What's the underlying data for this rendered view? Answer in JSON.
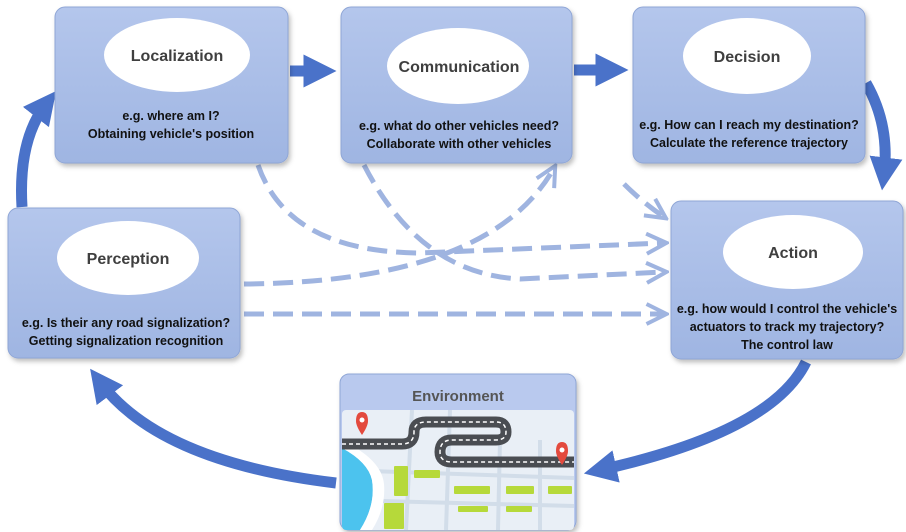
{
  "colors": {
    "box_fill": "#a9bde6",
    "box_edge": "#8fa6d6",
    "solid_arrow": "#4a72c9",
    "dashed_arrow": "#9fb4e0",
    "oval_fill": "#ffffff",
    "environment_header": "#b9c9ee",
    "road": "#4a4d52",
    "road_marking": "#ffffff",
    "grass": "#b6d93a",
    "water": "#4cc3ee",
    "pin": "#e34a3e"
  },
  "boxes": {
    "localization": {
      "title": "Localization",
      "line1": "e.g. where am I?",
      "line2": "Obtaining vehicle's position"
    },
    "communication": {
      "title": "Communication",
      "line1": "e.g. what do other vehicles need?",
      "line2": "Collaborate with other vehicles"
    },
    "decision": {
      "title": "Decision",
      "line1": "e.g. How can I reach my destination?",
      "line2": "Calculate the reference trajectory"
    },
    "perception": {
      "title": "Perception",
      "line1": "e.g. Is their any road signalization?",
      "line2": "Getting signalization recognition"
    },
    "action": {
      "title": "Action",
      "line1": "e.g. how would I control the vehicle's",
      "line2": "actuators to track my trajectory?",
      "line3": "The control law"
    }
  },
  "environment": {
    "title": "Environment",
    "icons": [
      "map-pin-icon",
      "map-pin-icon"
    ]
  }
}
